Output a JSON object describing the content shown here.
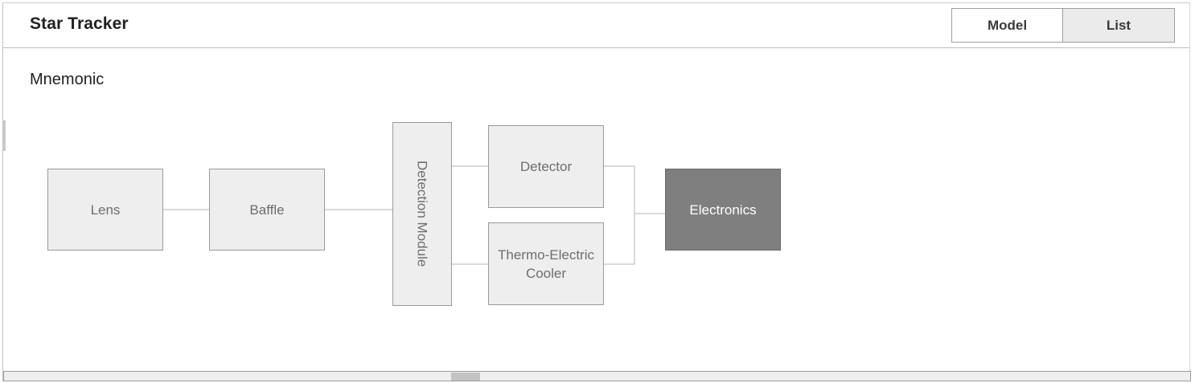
{
  "header": {
    "title": "Star Tracker",
    "view_toggle": {
      "model_label": "Model",
      "list_label": "List",
      "active": "List"
    }
  },
  "main": {
    "subtitle": "Mnemonic",
    "diagram": {
      "nodes": {
        "lens": "Lens",
        "baffle": "Baffle",
        "detection_module": "Detection Module",
        "detector": "Detector",
        "thermo_electric_cooler": "Thermo-Electric Cooler",
        "electronics": "Electronics"
      },
      "selected": "Electronics",
      "connections": [
        [
          "Lens",
          "Baffle"
        ],
        [
          "Baffle",
          "Detection Module"
        ],
        [
          "Detection Module",
          "Detector"
        ],
        [
          "Detection Module",
          "Thermo-Electric Cooler"
        ],
        [
          "Detector",
          "Electronics"
        ],
        [
          "Thermo-Electric Cooler",
          "Electronics"
        ]
      ]
    }
  },
  "colors": {
    "node_fill": "#eeeeee",
    "node_border": "#9a9a9a",
    "selected_fill": "#7f7f7f",
    "connector": "#b5b5b5"
  }
}
